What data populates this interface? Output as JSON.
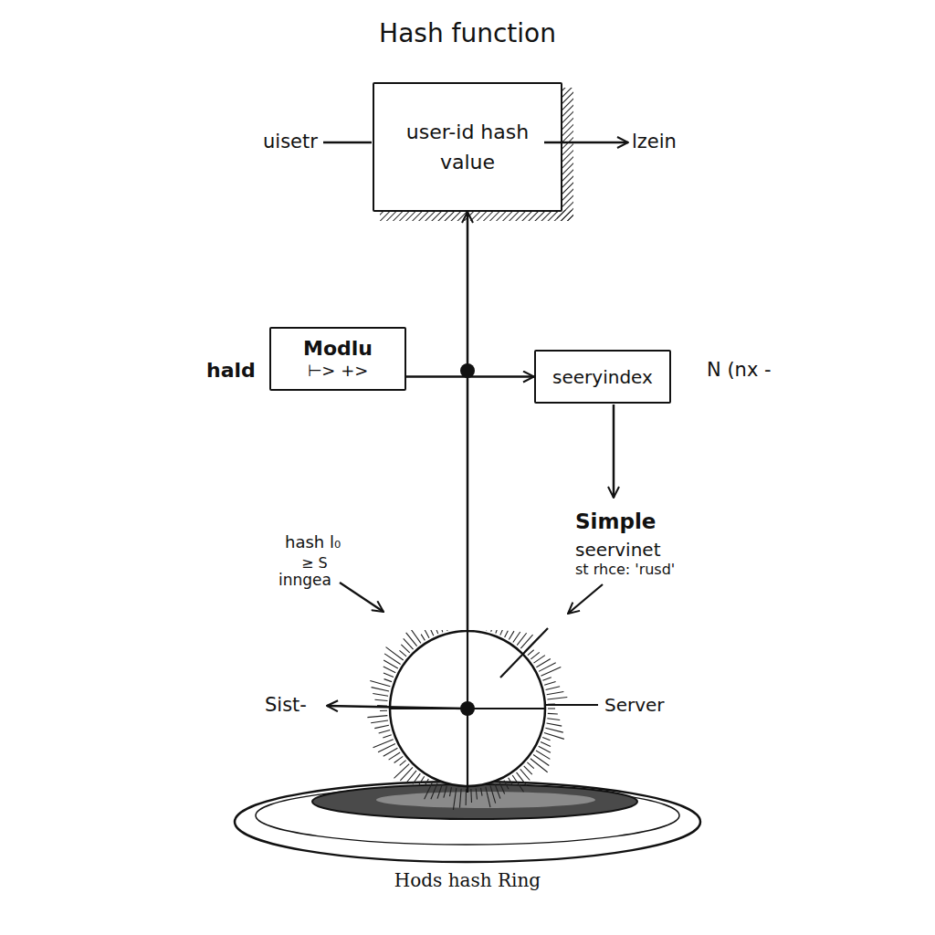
{
  "diagram": {
    "title": "Hash function",
    "nodes": [
      {
        "text": [
          "user-id hash value"
        ]
      },
      {
        "text": [
          "Modlu",
          "⊢> +>"
        ]
      },
      {
        "text": [
          "seeryindex"
        ]
      },
      {
        "text": [
          "Hods hash Ring"
        ]
      }
    ],
    "edges": [
      {
        "from": 3,
        "to": 0,
        "arrow": "to"
      },
      {
        "from": 1,
        "to": 2,
        "arrow": "to"
      }
    ],
    "labels": [
      "uisetr",
      "lzein",
      "hald",
      "N (nx -",
      "hash l₀",
      "≥ S",
      "inngea",
      "Simple",
      "seervinet",
      "st rhce: 'rusd'",
      "Sist-",
      "Server"
    ]
  }
}
